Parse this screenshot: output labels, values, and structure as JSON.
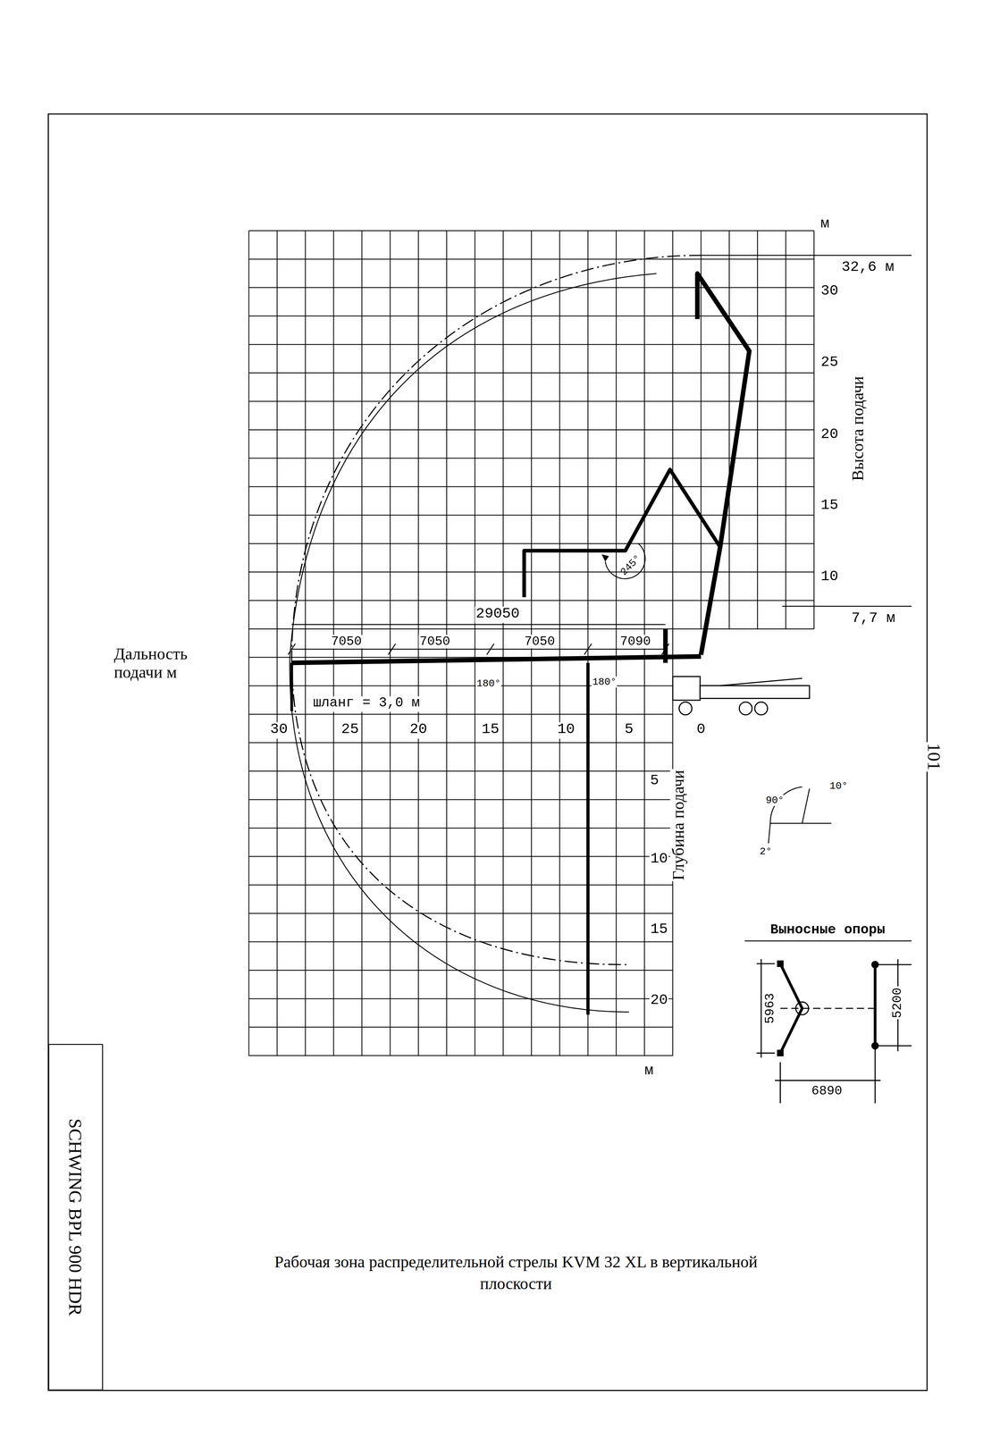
{
  "diagram": {
    "caption": "Рабочая зона распределительной стрелы KVM 32 XL в вертикальной плоскости",
    "nodes": [
      {
        "text": [
          "SCHWING BPL 900 HDR"
        ]
      }
    ],
    "edges": [],
    "labels": [
      "м",
      "32,6 м",
      "30",
      "25",
      "20",
      "15",
      "10",
      "Высота подачи",
      "7,7 м",
      "29050",
      "7050",
      "7050",
      "7050",
      "7090",
      "180°",
      "180°",
      "шланг = 3,0 м",
      "30",
      "25",
      "20",
      "15",
      "10",
      "5",
      "0",
      "5",
      "10",
      "15",
      "20",
      "м",
      "Глубина подачи",
      "Дальность подачи м",
      "245°",
      "90°",
      "10°",
      "2°",
      "Выносные опоры",
      "5963",
      "5200",
      "6890",
      "101"
    ]
  }
}
